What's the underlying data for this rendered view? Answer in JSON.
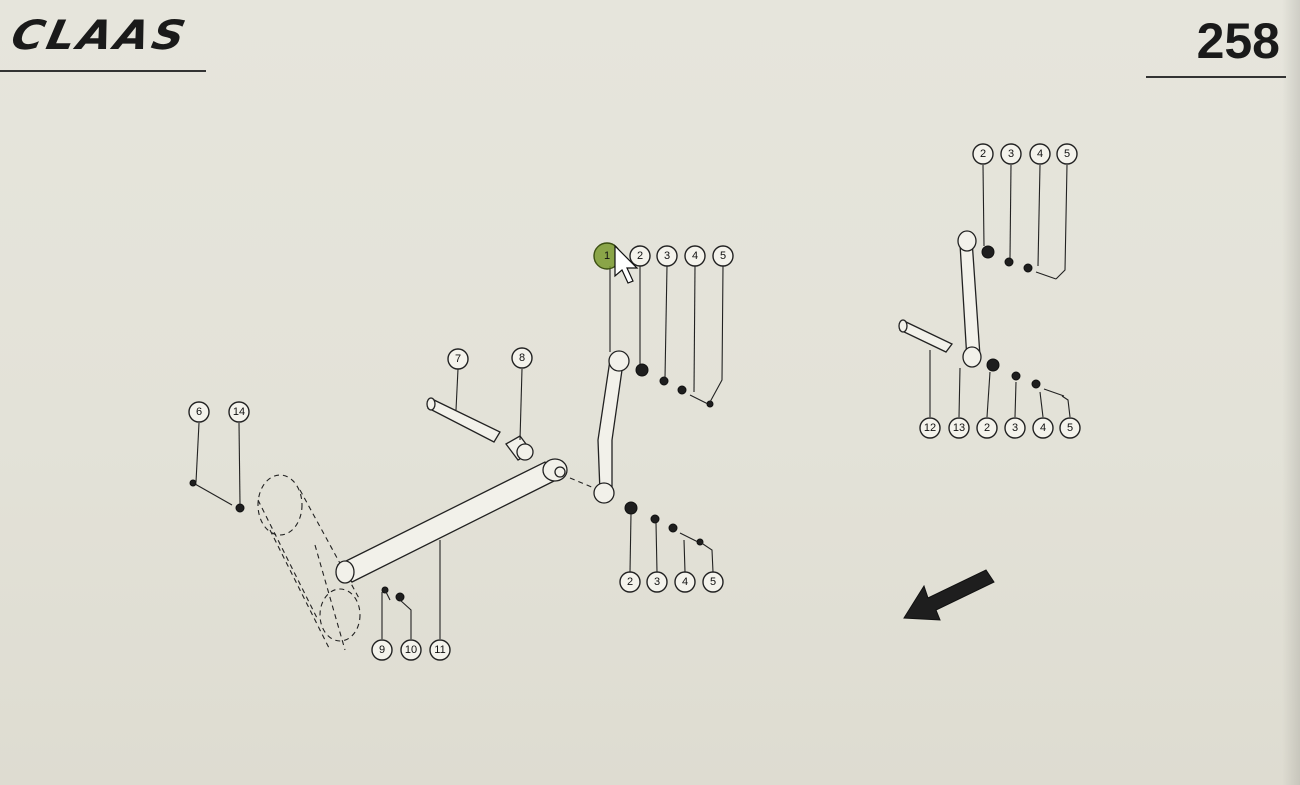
{
  "header": {
    "brand": "CLAAS",
    "page_number": "258"
  },
  "callouts": {
    "c1": "1",
    "c2": "2",
    "c3": "3",
    "c4": "4",
    "c5": "5",
    "c6": "6",
    "c7": "7",
    "c8": "8",
    "c9": "9",
    "c10": "10",
    "c11": "11",
    "c12": "12",
    "c13": "13",
    "c14": "14"
  },
  "selected_callout": "1",
  "colors": {
    "selected_highlight": "#7a9a2e",
    "line_art": "#222222"
  },
  "icons": {
    "cursor": "mouse-pointer-icon",
    "direction": "direction-arrow-icon"
  }
}
